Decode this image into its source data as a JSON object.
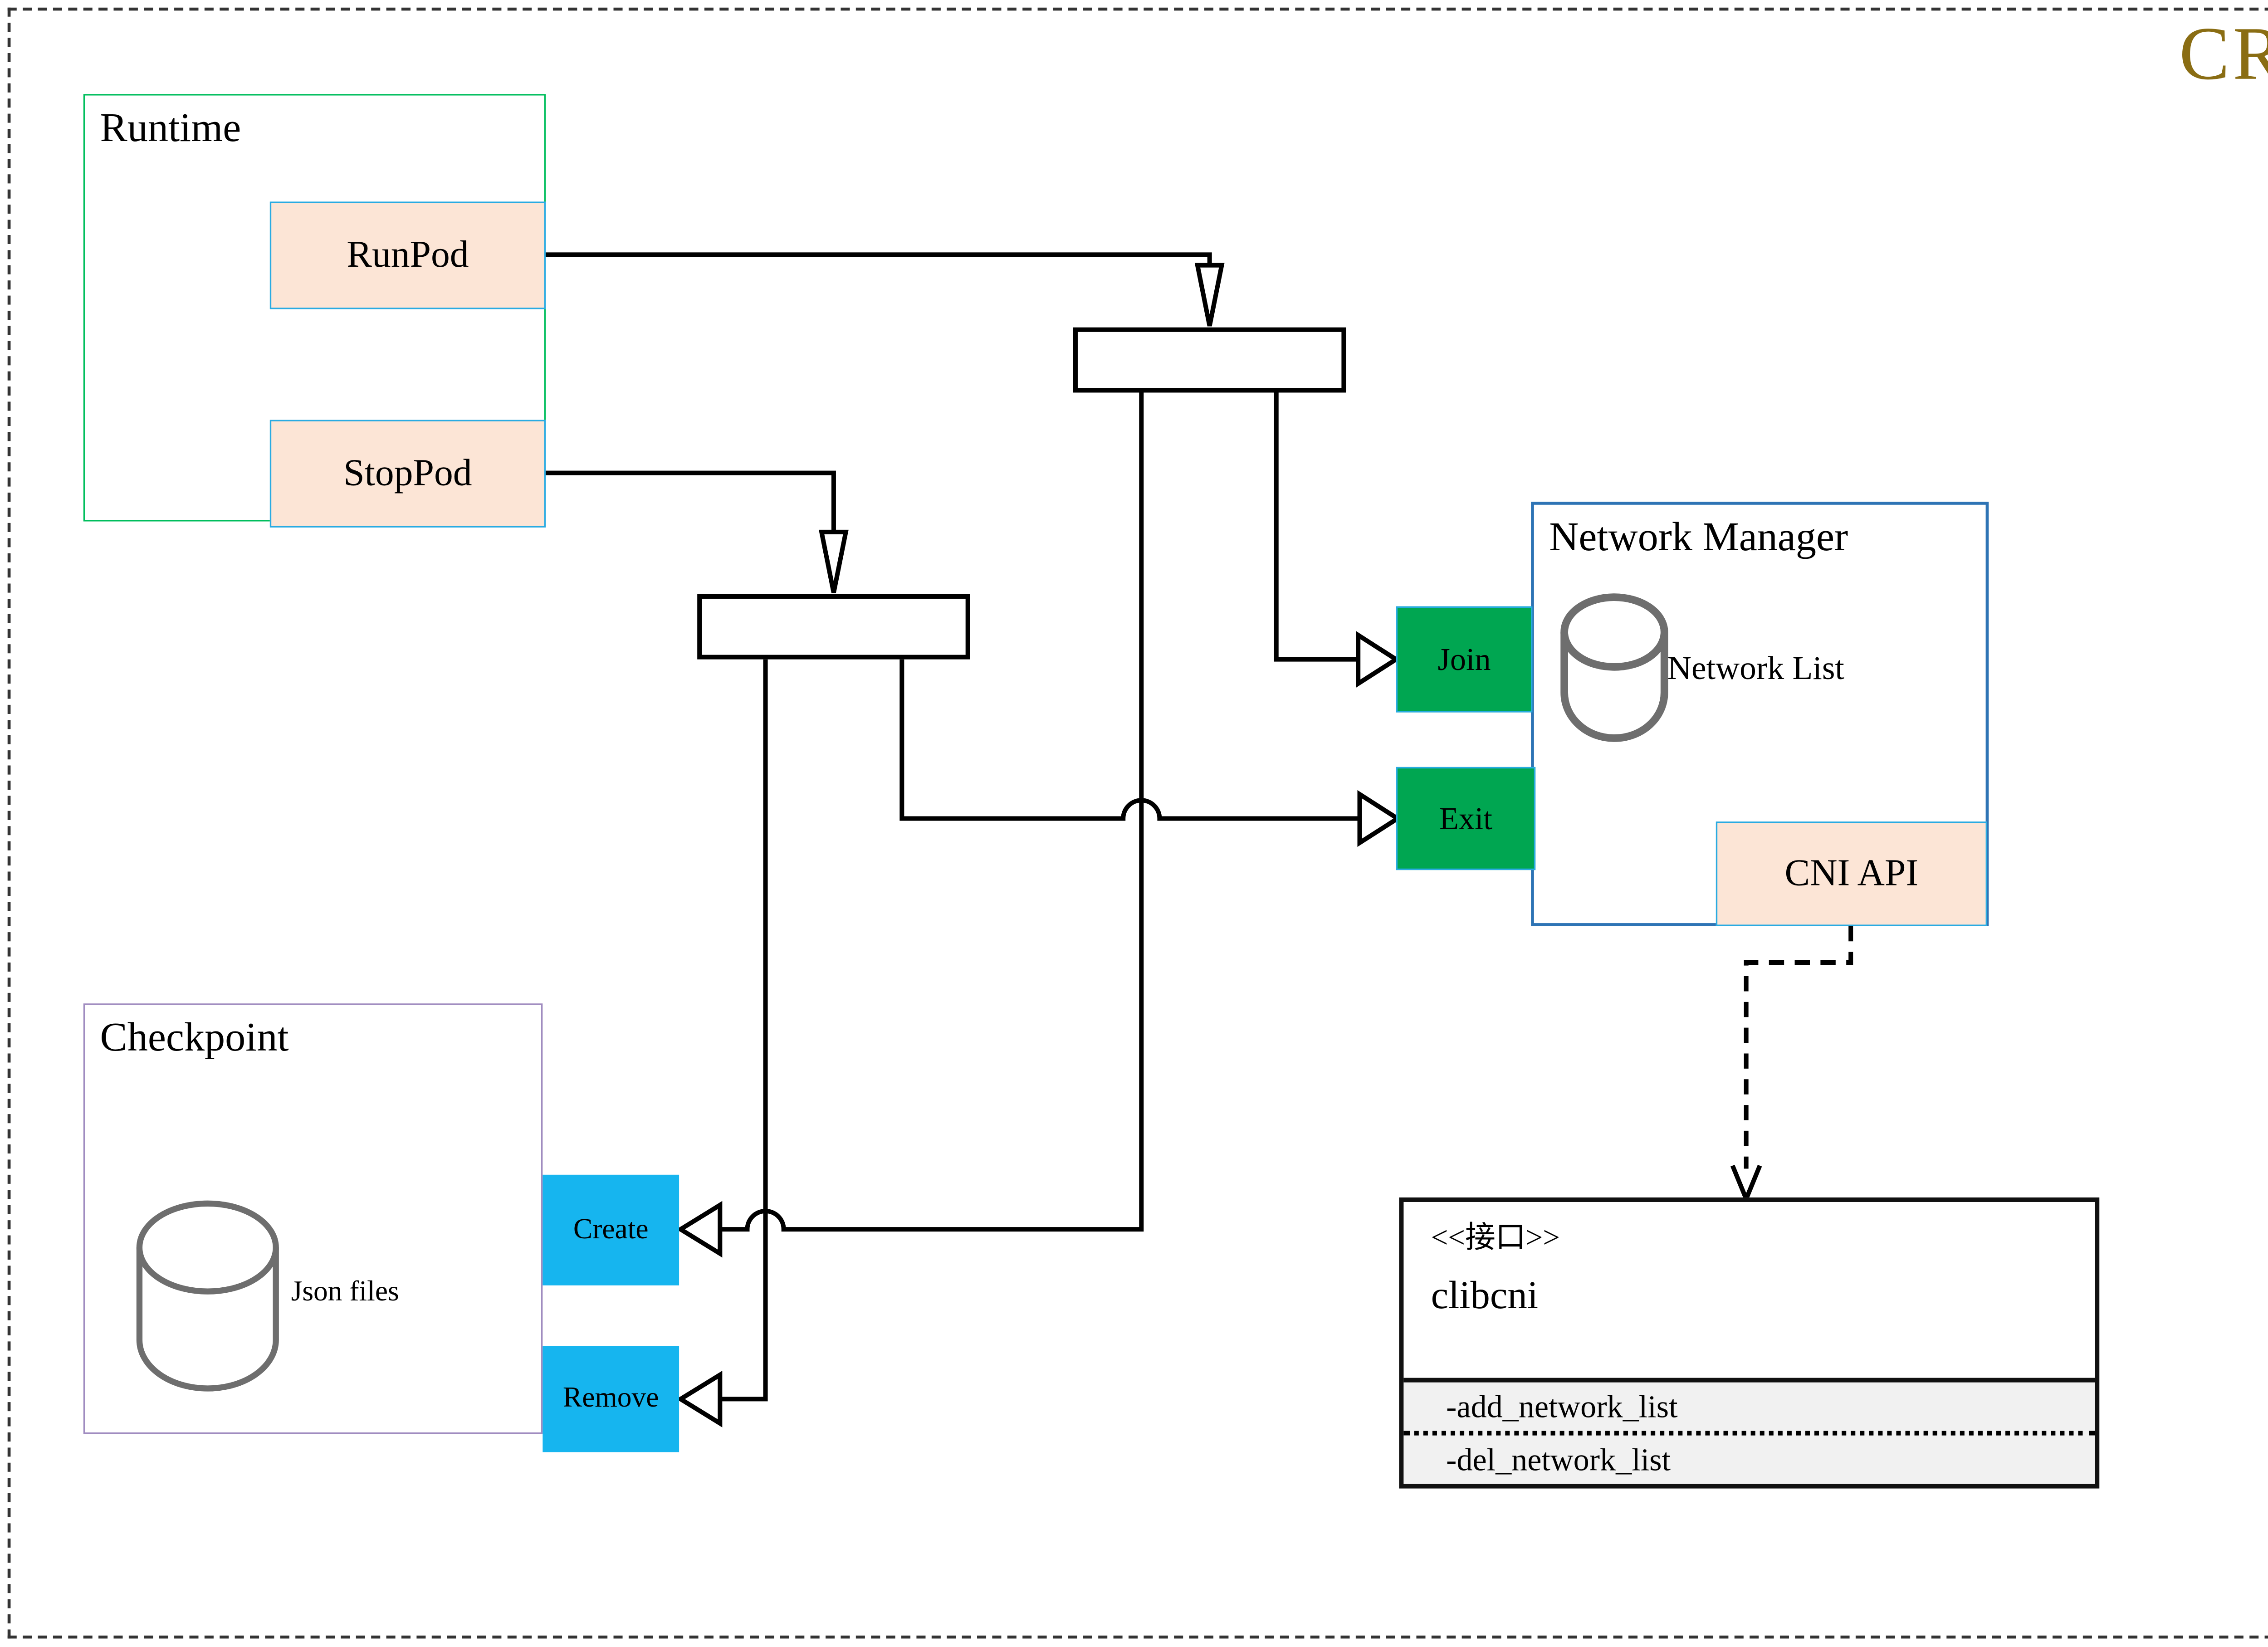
{
  "header": {
    "title": "CRI"
  },
  "runtime": {
    "title": "Runtime",
    "run_pod": "RunPod",
    "stop_pod": "StopPod"
  },
  "network_manager": {
    "title": "Network Manager",
    "join": "Join",
    "exit": "Exit",
    "network_list": "Network List",
    "cni_api": "CNI API"
  },
  "checkpoint": {
    "title": "Checkpoint",
    "json_files": "Json files",
    "create": "Create",
    "remove": "Remove"
  },
  "clibcni": {
    "stereotype": "<<接口>>",
    "name": "clibcni",
    "methods": [
      "-add_network_list",
      "-del_network_list"
    ]
  },
  "icons": {
    "network_list": "database-cylinder-icon",
    "json_files": "database-cylinder-icon"
  },
  "colors": {
    "accent_gold": "#8a6d13",
    "runtime_border": "#00be5d",
    "pod_fill": "#fce5d6",
    "pod_border": "#29abe2",
    "nm_border": "#2e74b5",
    "action_green": "#00a651",
    "action_cyan": "#16b5ef",
    "checkpoint_border": "#a08cc0",
    "cylinder_grey": "#6e6e6e",
    "methods_bg": "#f1f1f1",
    "line": "#000000",
    "clibcni_border": "#111111"
  }
}
